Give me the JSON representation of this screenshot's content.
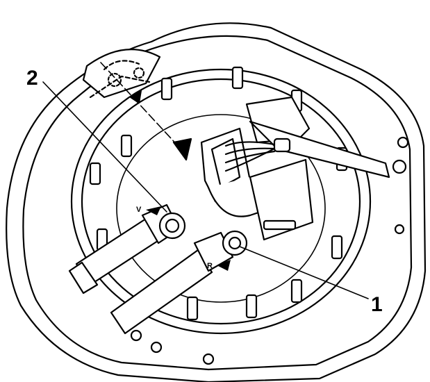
{
  "callouts": [
    {
      "id": "2",
      "text": "2"
    },
    {
      "id": "1",
      "text": "1"
    }
  ],
  "connector_marks": {
    "supply": "V",
    "return": "R"
  },
  "colors": {
    "ink": "#000000",
    "paper": "#ffffff"
  }
}
